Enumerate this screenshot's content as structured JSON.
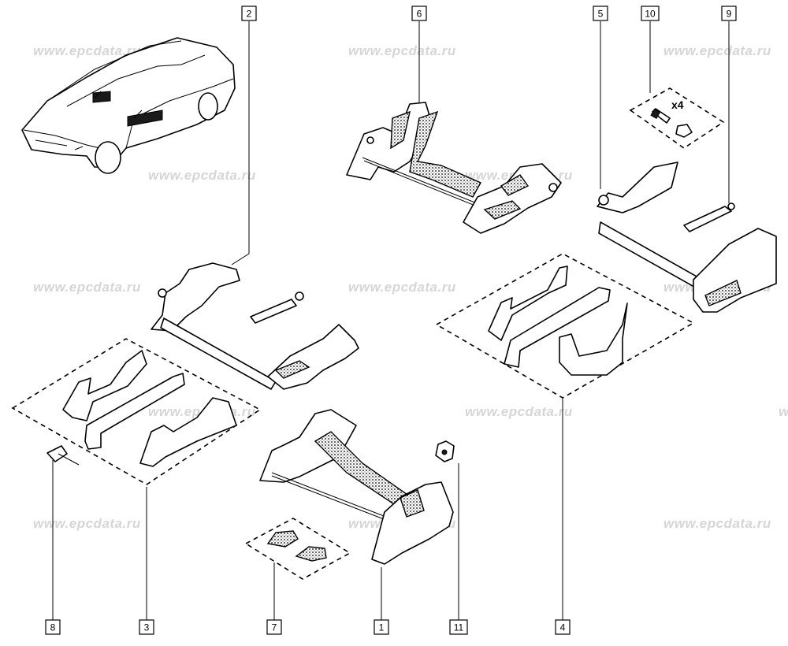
{
  "watermark": "www.epcdata.ru",
  "callouts": [
    {
      "id": "callout-1",
      "label": "1"
    },
    {
      "id": "callout-2",
      "label": "2"
    },
    {
      "id": "callout-3",
      "label": "3"
    },
    {
      "id": "callout-4",
      "label": "4"
    },
    {
      "id": "callout-5",
      "label": "5"
    },
    {
      "id": "callout-6",
      "label": "6"
    },
    {
      "id": "callout-7",
      "label": "7"
    },
    {
      "id": "callout-8",
      "label": "8"
    },
    {
      "id": "callout-9",
      "label": "9"
    },
    {
      "id": "callout-10",
      "label": "10"
    },
    {
      "id": "callout-11",
      "label": "11"
    }
  ],
  "quantity_label": "x4",
  "colors": {
    "line": "#000000",
    "watermark": "#d6d6d6",
    "background": "#ffffff"
  }
}
